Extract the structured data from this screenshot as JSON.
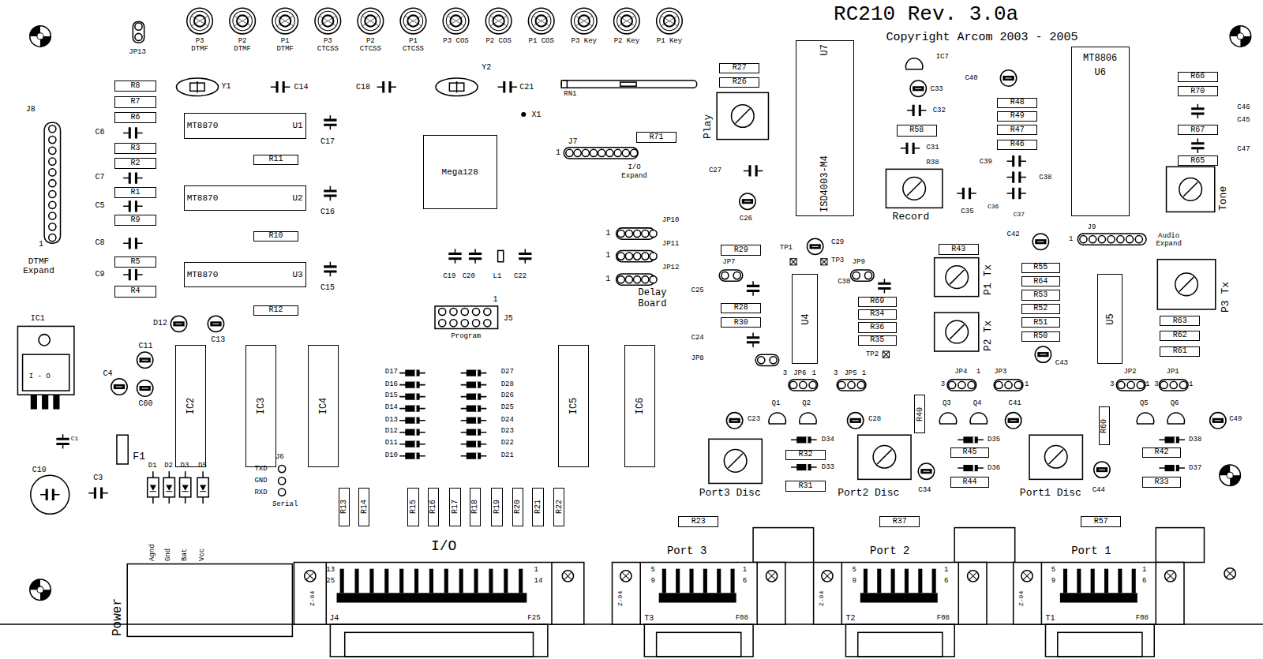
{
  "diagram": {
    "title": "RC210 Rev. 3.0a",
    "nodes": [
      {
        "text": [
          "MT8870",
          "U1"
        ]
      },
      {
        "text": [
          "MT8870",
          "U2"
        ]
      },
      {
        "text": [
          "MT8870",
          "U3"
        ]
      },
      {
        "text": [
          "Mega128"
        ]
      },
      {
        "text": [
          "ISD4003-M4",
          "U7"
        ]
      },
      {
        "text": [
          "MT8806",
          "U6"
        ]
      },
      {
        "text": [
          "IC2"
        ]
      },
      {
        "text": [
          "IC3"
        ]
      },
      {
        "text": [
          "IC4"
        ]
      },
      {
        "text": [
          "IC5"
        ]
      },
      {
        "text": [
          "IC6"
        ]
      },
      {
        "text": [
          "U4"
        ]
      },
      {
        "text": [
          "U5"
        ]
      },
      {
        "text": [
          "R8"
        ]
      },
      {
        "text": [
          "R7"
        ]
      },
      {
        "text": [
          "R6"
        ]
      },
      {
        "text": [
          "R3"
        ]
      },
      {
        "text": [
          "R2"
        ]
      },
      {
        "text": [
          "R1"
        ]
      },
      {
        "text": [
          "R9"
        ]
      },
      {
        "text": [
          "R5"
        ]
      },
      {
        "text": [
          "R4"
        ]
      },
      {
        "text": [
          "R11"
        ]
      },
      {
        "text": [
          "R10"
        ]
      },
      {
        "text": [
          "R12"
        ]
      },
      {
        "text": [
          "R71"
        ]
      },
      {
        "text": [
          "R27"
        ]
      },
      {
        "text": [
          "R26"
        ]
      },
      {
        "text": [
          "R58"
        ]
      },
      {
        "text": [
          "R48"
        ]
      },
      {
        "text": [
          "R49"
        ]
      },
      {
        "text": [
          "R47"
        ]
      },
      {
        "text": [
          "R46"
        ]
      },
      {
        "text": [
          "R66"
        ]
      },
      {
        "text": [
          "R70"
        ]
      },
      {
        "text": [
          "R67"
        ]
      },
      {
        "text": [
          "R65"
        ]
      },
      {
        "text": [
          "R29"
        ]
      },
      {
        "text": [
          "R28"
        ]
      },
      {
        "text": [
          "R30"
        ]
      },
      {
        "text": [
          "R43"
        ]
      },
      {
        "text": [
          "R69"
        ]
      },
      {
        "text": [
          "R34"
        ]
      },
      {
        "text": [
          "R36"
        ]
      },
      {
        "text": [
          "R35"
        ]
      },
      {
        "text": [
          "R55"
        ]
      },
      {
        "text": [
          "R64"
        ]
      },
      {
        "text": [
          "R53"
        ]
      },
      {
        "text": [
          "R52"
        ]
      },
      {
        "text": [
          "R51"
        ]
      },
      {
        "text": [
          "R50"
        ]
      },
      {
        "text": [
          "R63"
        ]
      },
      {
        "text": [
          "R62"
        ]
      },
      {
        "text": [
          "R61"
        ]
      },
      {
        "text": [
          "R32"
        ]
      },
      {
        "text": [
          "R31"
        ]
      },
      {
        "text": [
          "R40"
        ]
      },
      {
        "text": [
          "R45"
        ]
      },
      {
        "text": [
          "R44"
        ]
      },
      {
        "text": [
          "R60"
        ]
      },
      {
        "text": [
          "R42"
        ]
      },
      {
        "text": [
          "R33"
        ]
      },
      {
        "text": [
          "R23"
        ]
      },
      {
        "text": [
          "R37"
        ]
      },
      {
        "text": [
          "R57"
        ]
      },
      {
        "text": [
          "R13"
        ]
      },
      {
        "text": [
          "R14"
        ]
      },
      {
        "text": [
          "R15"
        ]
      },
      {
        "text": [
          "R16"
        ]
      },
      {
        "text": [
          "R17"
        ]
      },
      {
        "text": [
          "R18"
        ]
      },
      {
        "text": [
          "R19"
        ]
      },
      {
        "text": [
          "R20"
        ]
      },
      {
        "text": [
          "R21"
        ]
      },
      {
        "text": [
          "R22"
        ]
      }
    ],
    "labels": [
      "Copyright Arcom 2003 - 2005",
      "JP13",
      "P3 DTMF",
      "P2 DTMF",
      "P1 DTMF",
      "P3 CTCSS",
      "P2 CTCSS",
      "P1 CTCSS",
      "P3 COS",
      "P2 COS",
      "P1 COS",
      "P3 Key",
      "P2 Key",
      "P1 Key",
      "Y1",
      "C14",
      "C18",
      "Y2",
      "C21",
      "RN1",
      "X1",
      "J8",
      "1",
      "DTMF Expand",
      "C6",
      "C7",
      "C5",
      "C8",
      "C9",
      "C17",
      "C16",
      "C15",
      "J7",
      "1",
      "I/O Expand",
      "C19",
      "C20",
      "L1",
      "C22",
      "1",
      "J5",
      "Program",
      "1",
      "JP10",
      "1",
      "JP11",
      "1",
      "JP12",
      "Delay Board",
      "D17",
      "D16",
      "D15",
      "D14",
      "D13",
      "D12",
      "D11",
      "D10",
      "D27",
      "D28",
      "D26",
      "D25",
      "D24",
      "D23",
      "D22",
      "D21",
      "IC1",
      "I - O",
      "D12",
      "C13",
      "C11",
      "C4",
      "C60",
      "C1",
      "C10",
      "C3",
      "F1",
      "D1",
      "D2",
      "D3",
      "D5",
      "Agnd",
      "Gnd",
      "Bat",
      "Vcc",
      "Power",
      "J6",
      "TXD",
      "GND",
      "RXD",
      "Serial",
      "I/O",
      "Port 3",
      "Port 2",
      "Port 1",
      "13",
      "25",
      "1",
      "14",
      "J4",
      "F25",
      "Z-04",
      "5",
      "9",
      "1",
      "6",
      "T3",
      "F08",
      "Z-04",
      "5",
      "9",
      "1",
      "6",
      "T2",
      "F08",
      "Z-04",
      "5",
      "9",
      "1",
      "6",
      "T1",
      "F08",
      "Z-04",
      "Play",
      "Record",
      "R38",
      "Tone",
      "C27",
      "C26",
      "IC7",
      "C33",
      "C32",
      "C31",
      "C40",
      "C39",
      "C38",
      "C35",
      "C36",
      "C37",
      "C46",
      "C45",
      "C47",
      "J9",
      "1",
      "Audio Expand",
      "TP1",
      "C29",
      "TP3",
      "JP7",
      "JP9",
      "C30",
      "C25",
      "C24",
      "JP8",
      "TP2",
      "C42",
      "P1 Tx",
      "P2 Tx",
      "C43",
      "P3 Tx",
      "3",
      "JP6",
      "1",
      "3",
      "JP5",
      "1",
      "3",
      "JP4",
      "1",
      "JP3",
      "1",
      "3",
      "JP2",
      "1",
      "3",
      "JP1",
      "1",
      "Q1",
      "Q2",
      "Q3",
      "Q4",
      "Q5",
      "Q6",
      "C23",
      "C28",
      "C41",
      "C49",
      "C34",
      "C44",
      "D34",
      "D33",
      "D35",
      "D36",
      "D38",
      "D37",
      "Port3 Disc",
      "Port2 Disc",
      "Port1 Disc"
    ]
  }
}
